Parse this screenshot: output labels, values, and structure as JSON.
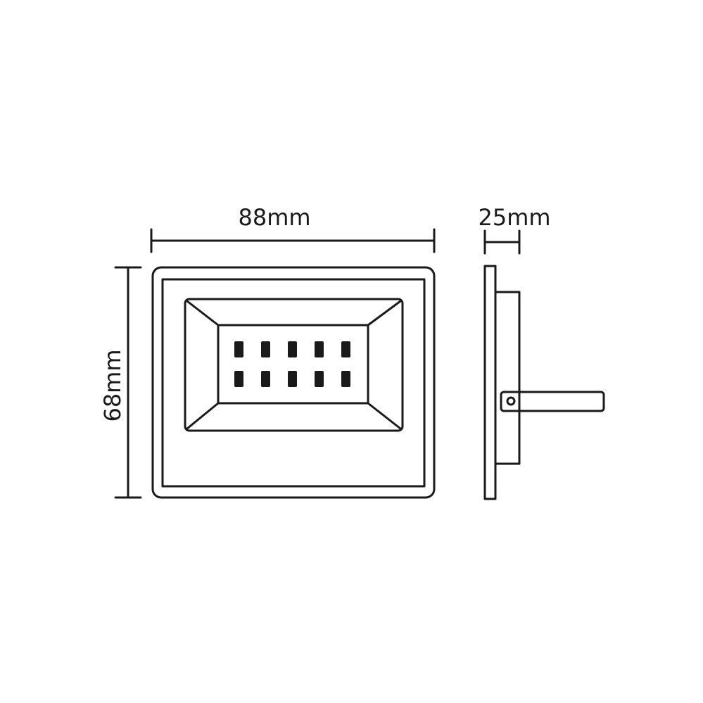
{
  "dimensions": {
    "width_label": "88mm",
    "depth_label": "25mm",
    "height_label": "68mm"
  },
  "led_grid": {
    "rows": 2,
    "cols": 5
  },
  "colors": {
    "line": "#1a1a1a",
    "background": "#ffffff"
  }
}
